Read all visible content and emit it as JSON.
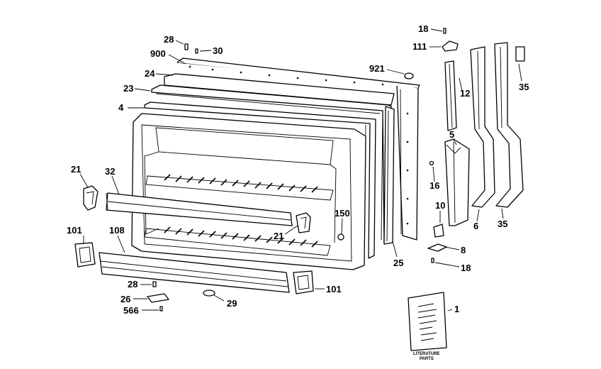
{
  "part_labels": {
    "p28a": "28",
    "p30": "30",
    "p900": "900",
    "p24": "24",
    "p23": "23",
    "p4": "4",
    "p921": "921",
    "p18a": "18",
    "p111": "111",
    "p12": "12",
    "p35a": "35",
    "p5": "5",
    "p16": "16",
    "p6": "6",
    "p35b": "35",
    "p10": "10",
    "p8": "8",
    "p18b": "18",
    "p25": "25",
    "p150": "150",
    "p21a": "21",
    "p21b": "21",
    "p32": "32",
    "p101a": "101",
    "p108": "108",
    "p101b": "101",
    "p28b": "28",
    "p26": "26",
    "p566": "566",
    "p29": "29",
    "p1": "1"
  },
  "literature": {
    "line1": "LITERATURE",
    "line2": "PARTS"
  },
  "colors": {
    "ink": "#000000",
    "paper": "#ffffff"
  }
}
